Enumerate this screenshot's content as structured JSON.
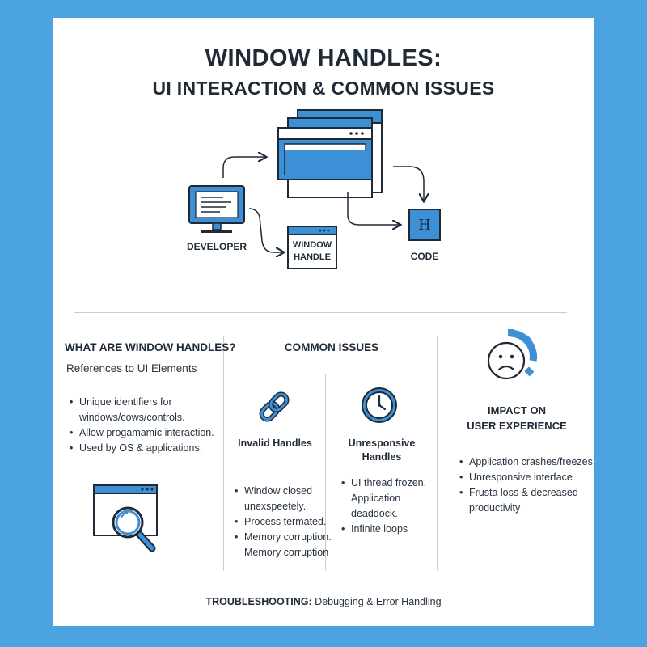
{
  "title": {
    "line1": "WINDOW HANDLES:",
    "line2": "UI INTERACTION & COMMON ISSUES"
  },
  "diagram": {
    "developer_label": "DEVELOPER",
    "window_handle_label": [
      "WINDOW",
      "HANDLE"
    ],
    "code_label": "CODE",
    "code_glyph": "H"
  },
  "what_are": {
    "heading": "WHAT ARE WINDOW HANDLES?",
    "subheading": "References to UI Elements",
    "bullets": [
      "Unique identifiers for",
      "windows/cows/controls.",
      "Allow progamamic interaction.",
      "Used by OS & applications."
    ]
  },
  "common_issues": {
    "heading": "COMMON ISSUES",
    "invalid": {
      "title": "Invalid Handles",
      "bullets": [
        "Window closed",
        "unexspeetely.",
        "Process termated.",
        "Memory corruption.",
        "Memory corruption"
      ]
    },
    "unresponsive": {
      "title_line1": "Unresponsive",
      "title_line2": "Handles",
      "bullets": [
        "UI thread frozen.",
        "Application deaddock.",
        "Infinite loops"
      ]
    }
  },
  "impact": {
    "heading_line1": "IMPACT ON",
    "heading_line2": "USER EXPERIENCE",
    "bullets": [
      "Application crashes/freezes.",
      "Unresponsive interface",
      "Frusta loss & decreased",
      "productivity"
    ]
  },
  "footer": {
    "bold": "TROUBLESHOOTING:",
    "text": " Debugging & Error Handling"
  },
  "colors": {
    "background": "#4ba3df",
    "accent": "#3d8fd6",
    "ink": "#1e2a36"
  },
  "icons": [
    "monitor-icon",
    "window-stack-icon",
    "code-box-icon",
    "chain-link-icon",
    "clock-icon",
    "sad-face-gear-icon",
    "window-magnifier-icon"
  ]
}
